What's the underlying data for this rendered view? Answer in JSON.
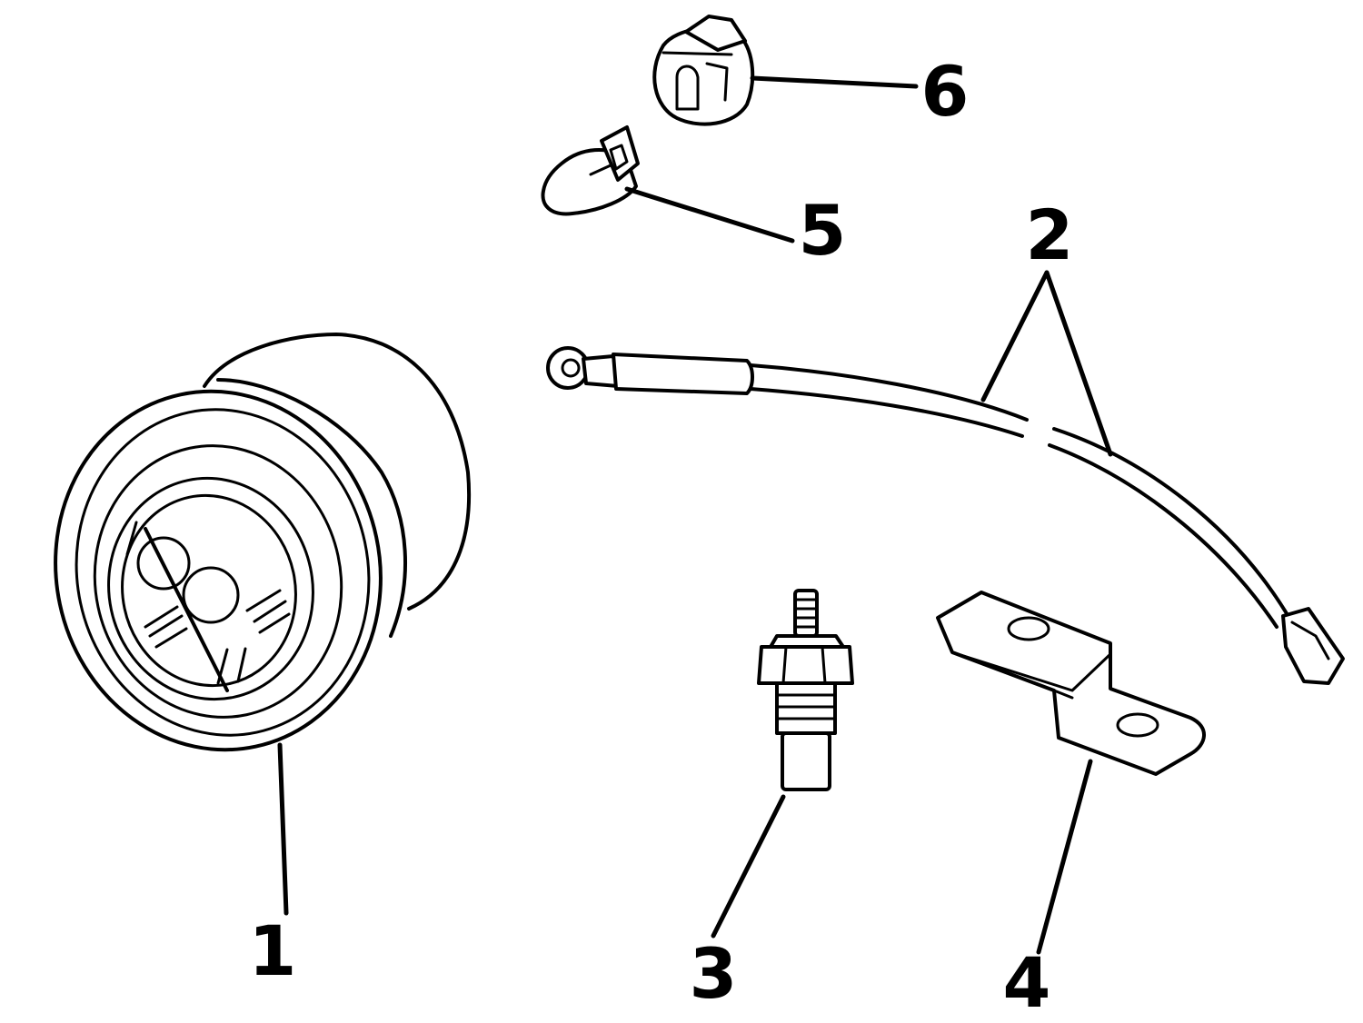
{
  "diagram": {
    "callouts": [
      {
        "id": "1",
        "label": "1"
      },
      {
        "id": "2",
        "label": "2"
      },
      {
        "id": "3",
        "label": "3"
      },
      {
        "id": "4",
        "label": "4"
      },
      {
        "id": "5",
        "label": "5"
      },
      {
        "id": "6",
        "label": "6"
      }
    ],
    "parts": [
      {
        "callout": "1",
        "icon": "temperature-gauge-icon"
      },
      {
        "callout": "2",
        "icon": "wire-harness-icon"
      },
      {
        "callout": "3",
        "icon": "temperature-sender-icon"
      },
      {
        "callout": "4",
        "icon": "mounting-bracket-icon"
      },
      {
        "callout": "5",
        "icon": "bulb-icon"
      },
      {
        "callout": "6",
        "icon": "bulb-socket-icon"
      }
    ],
    "colors": {
      "line": "#000000",
      "background": "#ffffff"
    }
  }
}
